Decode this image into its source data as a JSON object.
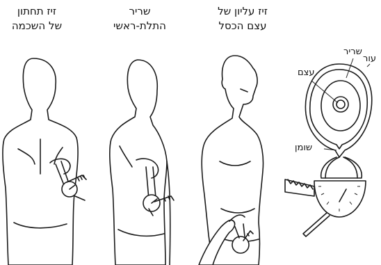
{
  "figures": [
    {
      "caption_line1": "זיז תחתון",
      "caption_line2": "של השכמה"
    },
    {
      "caption_line1": "שריר",
      "caption_line2": "התלת-ראשי"
    },
    {
      "caption_line1": "זיז עליון של",
      "caption_line2": "עצם הכסל"
    }
  ],
  "diagram": {
    "label_skin": "עור",
    "label_muscle": "שריר",
    "label_bone": "עצם",
    "label_fat": "שומן"
  }
}
